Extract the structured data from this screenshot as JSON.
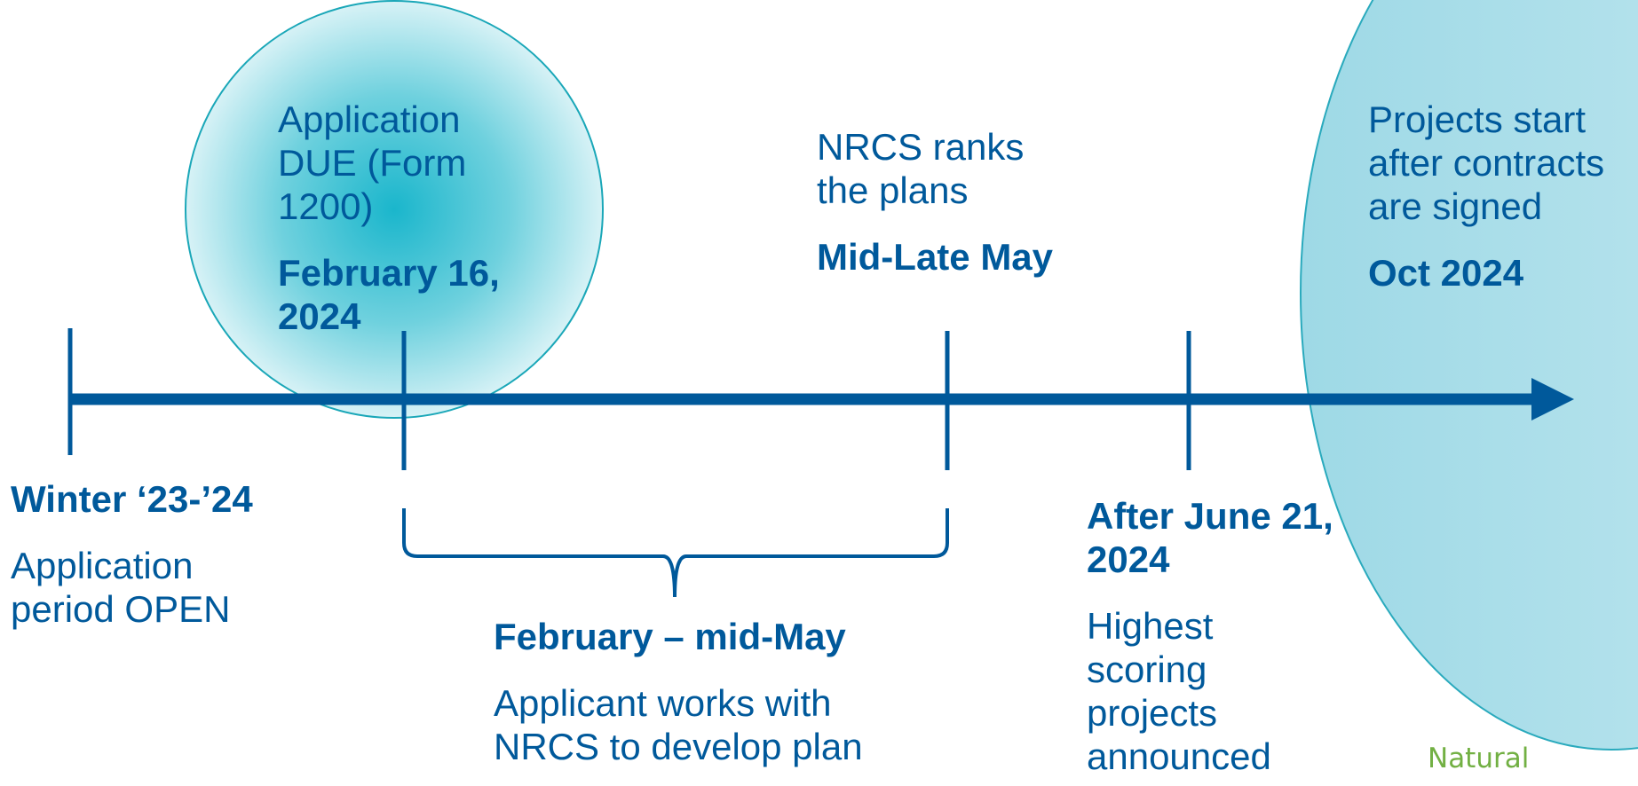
{
  "colors": {
    "primary": "#00599b",
    "circle_fill": "#1ab6cc",
    "oval_fill": "#a7dce8",
    "brand_green": "#72b043"
  },
  "milestones": {
    "winter": {
      "date": "Winter ‘23-’24",
      "description": "Application period OPEN"
    },
    "due": {
      "description": "Application DUE (Form 1200)",
      "date": "February 16, 2024"
    },
    "ranking": {
      "description": "NRCS ranks the plans",
      "date": "Mid-Late May"
    },
    "plan_period": {
      "date": "February – mid-May",
      "description": "Applicant works with NRCS to develop plan"
    },
    "announce": {
      "date": "After June 21, 2024",
      "description": "Highest scoring projects announced"
    },
    "start": {
      "description": "Projects start after contracts are signed",
      "date": "Oct 2024"
    }
  },
  "footer": {
    "brand_text": "Natural"
  }
}
